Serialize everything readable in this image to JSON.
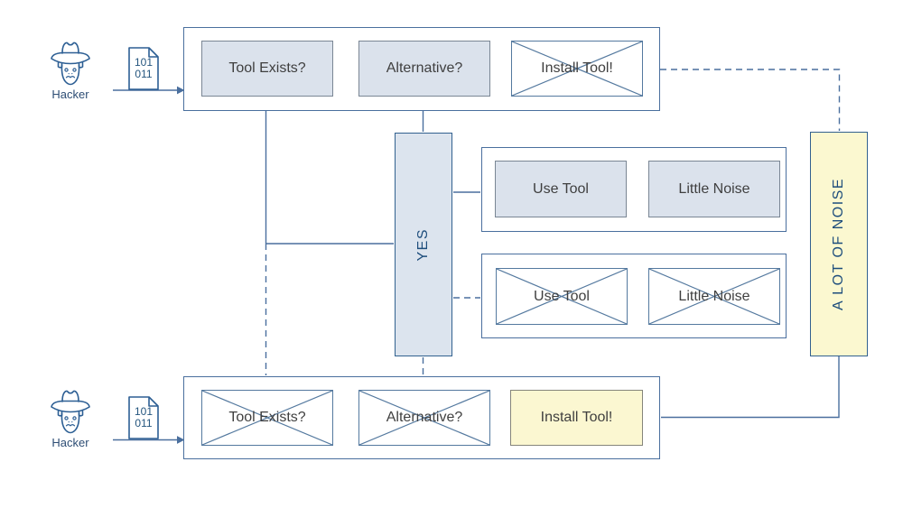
{
  "actors": {
    "top": {
      "label": "Hacker",
      "doc_line1": "101",
      "doc_line2": "011"
    },
    "bottom": {
      "label": "Hacker",
      "doc_line1": "101",
      "doc_line2": "011"
    }
  },
  "top_row": {
    "tool_exists": "Tool Exists?",
    "alternative": "Alternative?",
    "install_tool": "Install Tool!"
  },
  "bottom_row": {
    "tool_exists": "Tool Exists?",
    "alternative": "Alternative?",
    "install_tool": "Install Tool!"
  },
  "use_row": {
    "use_tool": "Use Tool",
    "little_noise": "Little Noise"
  },
  "crossed_use_row": {
    "use_tool": "Use Tool",
    "little_noise": "Little Noise"
  },
  "middle": {
    "yes": "YES",
    "noise": "A LOT OF NOISE"
  },
  "colors": {
    "line_blue": "#4a6f9e",
    "icon_blue": "#2d5f94",
    "fill_bluegray": "#dbe2ec",
    "fill_yellow": "#fbf7d1",
    "text_dark": "#3f3f3f",
    "text_blue": "#1d4d7c"
  }
}
